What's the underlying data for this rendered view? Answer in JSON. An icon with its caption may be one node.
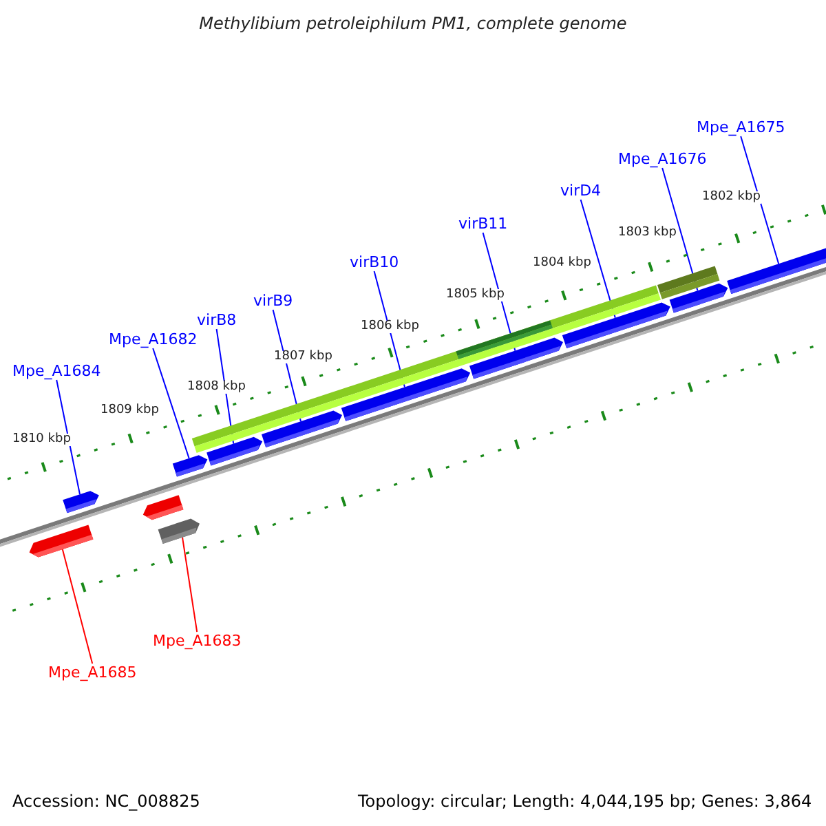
{
  "diagram": {
    "title": "Methylibium petroleiphilum PM1, complete genome",
    "nodes": [
      {
        "text": [
          "Mpe_A1684"
        ]
      },
      {
        "text": [],
        "shape": "arrow"
      },
      {
        "text": [
          "Mpe_A1682"
        ]
      },
      {
        "text": [],
        "shape": "arrow"
      },
      {
        "text": [
          "virB8"
        ]
      },
      {
        "text": [],
        "shape": "arrow"
      },
      {
        "text": [
          "virB9"
        ]
      },
      {
        "text": [],
        "shape": "arrow"
      },
      {
        "text": [
          "virB10"
        ]
      },
      {
        "text": [],
        "shape": "arrow"
      },
      {
        "text": [
          "virB11"
        ]
      },
      {
        "text": [],
        "shape": "arrow"
      },
      {
        "text": [
          "virD4"
        ]
      },
      {
        "text": [],
        "shape": "arrow"
      },
      {
        "text": [
          "Mpe_A1676"
        ]
      },
      {
        "text": [],
        "shape": "arrow"
      },
      {
        "text": [
          "Mpe_A1675"
        ]
      },
      {
        "text": [],
        "shape": "arrow"
      },
      {
        "text": [
          "Mpe_A1685"
        ]
      },
      {
        "text": [],
        "shape": "arrow"
      },
      {
        "text": [
          "Mpe_A1683"
        ]
      },
      {
        "text": [],
        "shape": "arrow"
      }
    ],
    "edges": [
      {
        "from": 0,
        "to": 1,
        "arrow": "none"
      },
      {
        "from": 2,
        "to": 3,
        "arrow": "none"
      },
      {
        "from": 4,
        "to": 5,
        "arrow": "none"
      },
      {
        "from": 6,
        "to": 7,
        "arrow": "none"
      },
      {
        "from": 8,
        "to": 9,
        "arrow": "none"
      },
      {
        "from": 10,
        "to": 11,
        "arrow": "none"
      },
      {
        "from": 12,
        "to": 13,
        "arrow": "none"
      },
      {
        "from": 14,
        "to": 15,
        "arrow": "none"
      },
      {
        "from": 16,
        "to": 17,
        "arrow": "none"
      },
      {
        "from": 18,
        "to": 19,
        "arrow": "none",
        "color": "#ff0000"
      },
      {
        "from": 20,
        "to": 21,
        "arrow": "none",
        "color": "#ff0000"
      }
    ],
    "labels": [
      "1810 kbp",
      "1809 kbp",
      "1808 kbp",
      "1807 kbp",
      "1806 kbp",
      "1805 kbp",
      "1804 kbp",
      "1803 kbp",
      "1802 kbp",
      "Accession: NC_008825",
      "Topology: circular; Length: 4,044,195 bp; Genes: 3,864"
    ]
  }
}
